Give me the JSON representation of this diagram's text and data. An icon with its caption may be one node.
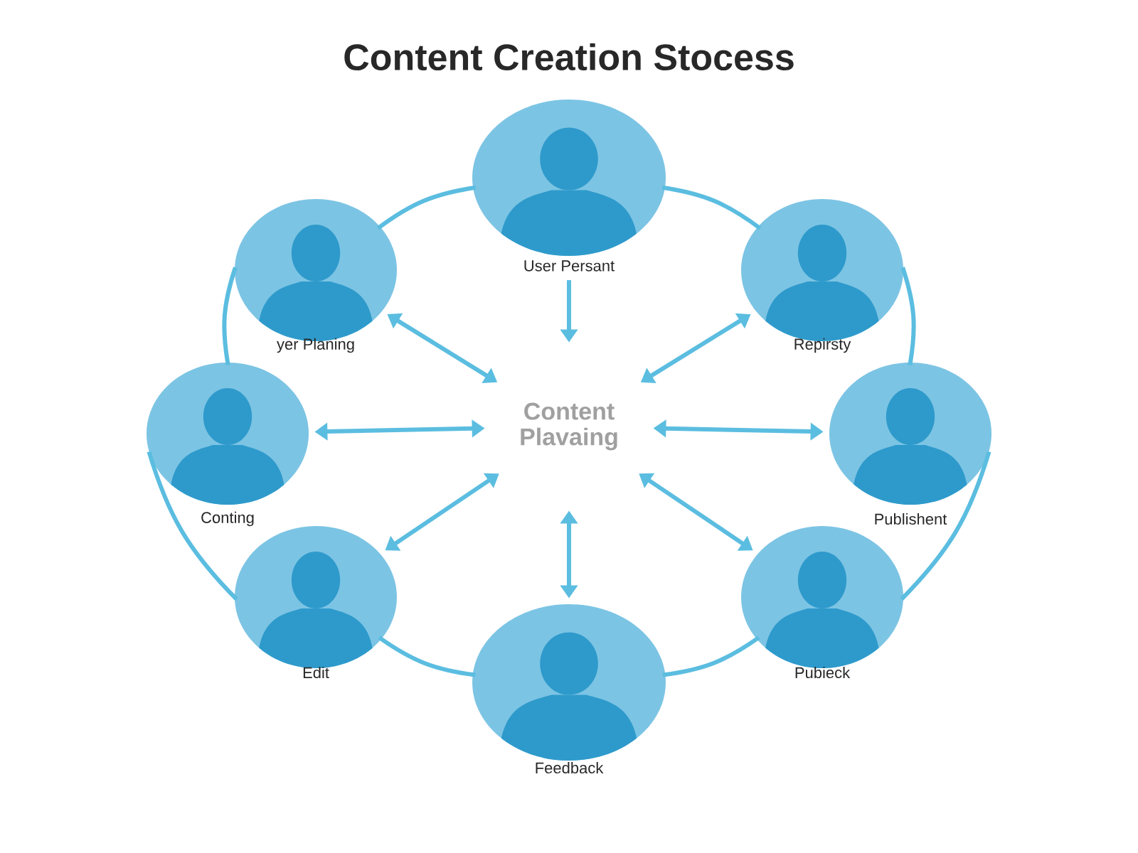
{
  "diagram": {
    "title": "Content Creation Stocess",
    "nodes": [
      {
        "text": [
          "User Persant"
        ]
      },
      {
        "text": [
          "yer Planing"
        ]
      },
      {
        "text": [
          "Repirsty"
        ]
      },
      {
        "text": [
          "Conting"
        ]
      },
      {
        "text": [
          "Content Plavaing"
        ]
      },
      {
        "text": [
          "Publishent"
        ]
      },
      {
        "text": [
          "Edit"
        ]
      },
      {
        "text": [
          "Pubieck"
        ]
      },
      {
        "text": [
          "Feedback"
        ]
      }
    ],
    "edges": [
      {
        "from": 0,
        "to": 2,
        "arrow": "none"
      },
      {
        "from": 2,
        "to": 5,
        "arrow": "none"
      },
      {
        "from": 5,
        "to": 7,
        "arrow": "none"
      },
      {
        "from": 7,
        "to": 8,
        "arrow": "none"
      },
      {
        "from": 8,
        "to": 6,
        "arrow": "none"
      },
      {
        "from": 6,
        "to": 3,
        "arrow": "none"
      },
      {
        "from": 3,
        "to": 1,
        "arrow": "none"
      },
      {
        "from": 1,
        "to": 0,
        "arrow": "none"
      },
      {
        "from": 0,
        "to": 4,
        "arrow": "to"
      },
      {
        "from": 1,
        "to": 4,
        "arrow": "both"
      },
      {
        "from": 2,
        "to": 4,
        "arrow": "both"
      },
      {
        "from": 3,
        "to": 4,
        "arrow": "both"
      },
      {
        "from": 5,
        "to": 4,
        "arrow": "both"
      },
      {
        "from": 6,
        "to": 4,
        "arrow": "both"
      },
      {
        "from": 8,
        "to": 4,
        "arrow": "both"
      },
      {
        "from": 7,
        "to": 4,
        "arrow": "both"
      }
    ]
  }
}
